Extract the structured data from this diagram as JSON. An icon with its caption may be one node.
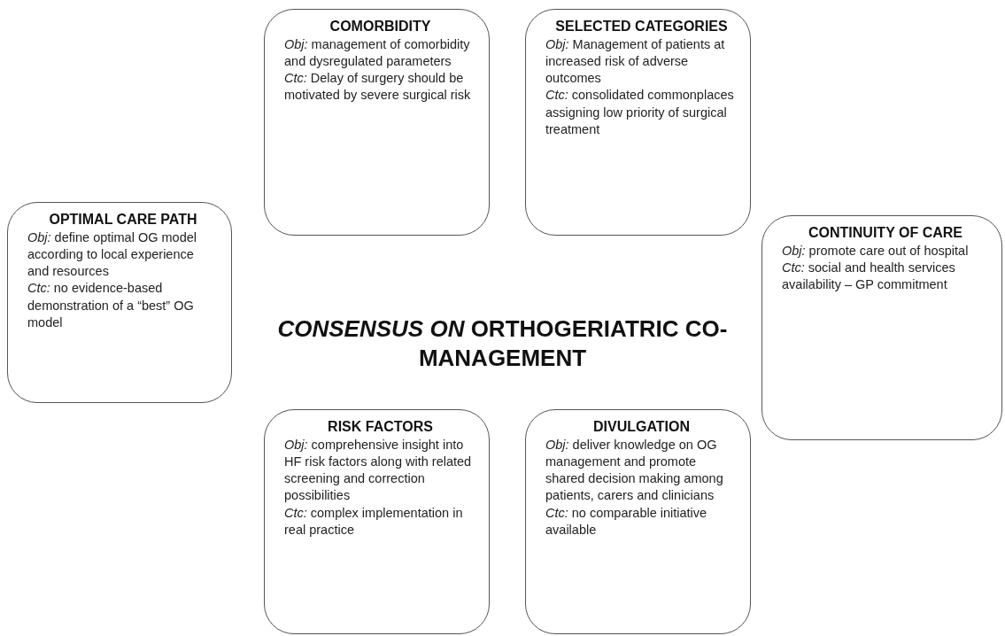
{
  "diagram": {
    "title": "*CONSENSUS ON* ORTHOGERIATRIC CO-MANAGEMENT",
    "nodes": [
      {
        "text": [
          "COMORBIDITY",
          "*Obj:* management of comorbidity and dysregulated parameters",
          "*Ctc:* Delay of surgery should be motivated by severe surgical risk"
        ]
      },
      {
        "text": [
          "SELECTED CATEGORIES",
          "*Obj:* Management of patients at increased risk of adverse outcomes",
          "*Ctc:* consolidated commonplaces assigning low priority of surgical treatment"
        ]
      },
      {
        "text": [
          "OPTIMAL CARE PATH",
          "*Obj:* define optimal OG model according to local experience and resources",
          "*Ctc:* no evidence-based demonstration of a “best” OG model"
        ]
      },
      {
        "text": [
          "CONTINUITY OF CARE",
          "*Obj:* promote care out of hospital",
          "*Ctc:* social and health services availability – GP commitment"
        ]
      },
      {
        "text": [
          "RISK FACTORS",
          "*Obj:* comprehensive insight into HF risk factors along with related screening and correction possibilities",
          "*Ctc:* complex implementation in real practice"
        ]
      },
      {
        "text": [
          "DIVULGATION",
          "*Obj:* deliver knowledge on OG management and promote shared decision making among patients, carers and clinicians",
          "*Ctc:* no comparable initiative available"
        ]
      }
    ]
  }
}
